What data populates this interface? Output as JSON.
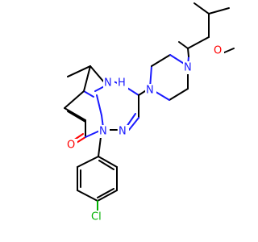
{
  "colors": {
    "carbon_bond": "#000000",
    "nitrogen": "#1a1aff",
    "oxygen": "#ff0000",
    "chlorine": "#00b000",
    "background": "#ffffff"
  },
  "atoms": {
    "n_top_left": "N",
    "nh_label": "H",
    "nh_n": "N",
    "n_piperazine_1": "N",
    "n_piperazine_2": "N",
    "o_methoxy": "O",
    "n_ring_bottom": "N",
    "n_triazine": "N",
    "o_carbonyl": "O",
    "cl": "Cl"
  }
}
